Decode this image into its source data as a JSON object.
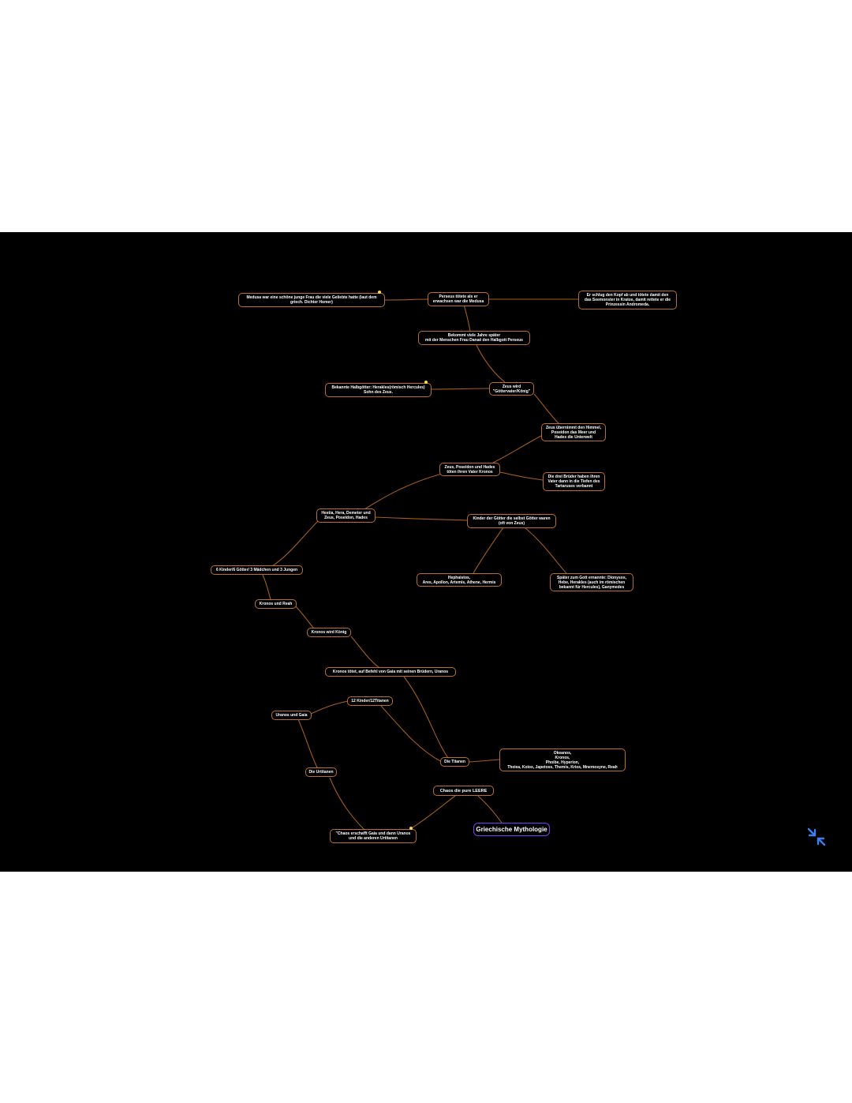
{
  "mindmap": {
    "root": "Griechische Mythologie",
    "nodes": [
      {
        "id": "medusa",
        "text": "Medusa war eine schöne junge Frau die viele Geliebte hatte (laut dem\ngriech. Dichter Homer)"
      },
      {
        "id": "perseus",
        "text": "Perseus tötete als er\nerwachsen war die Medusa"
      },
      {
        "id": "kopf",
        "text": "Er schlug den Kopf ab und tötete damit den\ndas Seemonster in Kratos, damit rettete er die\nPrinzessin Andromeda."
      },
      {
        "id": "bekommt",
        "text": "Bekommt viele Jahre später\nmit der Menschen Frau Danaë den Halbgott Perseus"
      },
      {
        "id": "halbgoetter",
        "text": "Bekannte Halbgötter: Herakles(römisch Hercules)\nSohn des Zeus."
      },
      {
        "id": "zeuswird",
        "text": "Zeus wird\n\"Göttervater/König\""
      },
      {
        "id": "himmel",
        "text": "Zeus übernimmt den Himmel,\nPoseidon das Meer und\nHades die Unterwelt"
      },
      {
        "id": "toeten",
        "text": "Zeus, Poseidon und Hades\ntöten ihren Vater Kronos"
      },
      {
        "id": "brueder",
        "text": "Die drei Brüder haben ihren\nVater dann in die Tiefen des\nTartaruses verbannt"
      },
      {
        "id": "hestia",
        "text": "Hestia, Hera, Demeter und\nZeus, Poseidon, Hades"
      },
      {
        "id": "kinder",
        "text": "Kinder der Götter die selbst Götter waren\n(oft von Zeus)"
      },
      {
        "id": "sechs",
        "text": "6 Kinder/6 Götter/ 3 Mädchen und 3 Jungen"
      },
      {
        "id": "hephaistos",
        "text": "Hephaistos,\nAres, Apollon, Artemis, Athene, Hermis"
      },
      {
        "id": "spaeter",
        "text": "Später zum Gott ernannte: Dionysos,\nHebe, Herakles (auch im römischen\nbekannt für Hercules), Ganymedes"
      },
      {
        "id": "kronosreah",
        "text": "Kronos und Reah"
      },
      {
        "id": "kronoskoenig",
        "text": "Kronos wird König"
      },
      {
        "id": "kronostoetet",
        "text": "Kronos tötet, auf Befehl von Gaia mit seinen Brüdern, Uranos"
      },
      {
        "id": "zwoelf",
        "text": "12 Kinder/12Titanen"
      },
      {
        "id": "uranos",
        "text": "Uranos und Gaia"
      },
      {
        "id": "titanen",
        "text": "Die Titanen"
      },
      {
        "id": "okeanos",
        "text": "Okeanos,\nKronos,\nPhoibe, Hyperion,\nTheiea, Koios, Japetoss, Themis, Krios, Mnemosyne, Reah"
      },
      {
        "id": "chaos",
        "text": "Chaos die pure LEERE"
      },
      {
        "id": "urtitanen",
        "text": "Die Urtitanen"
      },
      {
        "id": "erschafft",
        "text": "\"Chaos erschafft Gaia und dann Uranos\nund die anderen Urtitanen"
      }
    ]
  },
  "colors": {
    "edge": "#a25d1c",
    "node_border": "#b8702a",
    "root_border": "#7b3df0",
    "background": "#000000",
    "collapse_icon": "#3b7ff0"
  },
  "controls": {
    "collapse_icon": "collapse-arrows-icon"
  }
}
